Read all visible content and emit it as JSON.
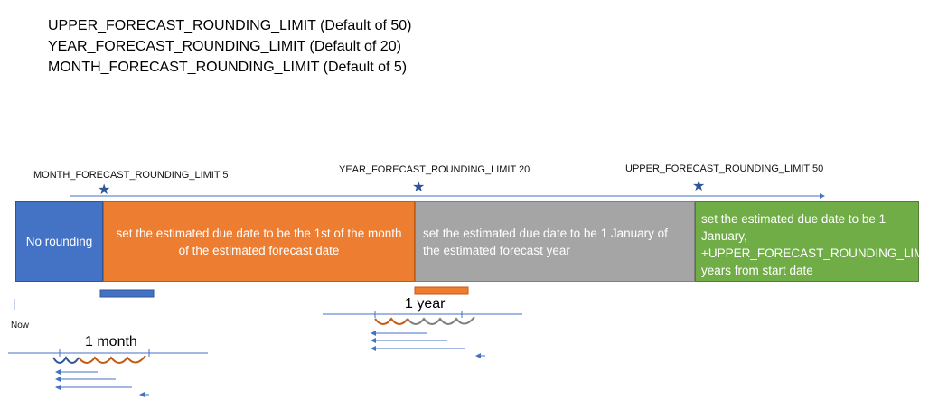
{
  "header_lines": [
    "UPPER_FORECAST_ROUNDING_LIMIT (Default of 50)",
    "YEAR_FORECAST_ROUNDING_LIMIT (Default of 20)",
    "MONTH_FORECAST_ROUNDING_LIMIT (Default of 5)"
  ],
  "markers": {
    "month": "MONTH_FORECAST_ROUNDING_LIMIT 5",
    "year": "YEAR_FORECAST_ROUNDING_LIMIT 20",
    "upper": "UPPER_FORECAST_ROUNDING_LIMIT 50"
  },
  "segments": {
    "none": "No rounding",
    "month": "set the estimated due date to be the 1st of the month of the estimated forecast date",
    "year": "set the estimated due date to be 1 January of the estimated forecast year",
    "upper_line1": "set the estimated due date to be 1 January,",
    "upper_line2": "+UPPER_FORECAST_ROUNDING_LIMIT years from start date"
  },
  "now_label": "Now",
  "month_label": "1 month",
  "year_label": "1 year",
  "colors": {
    "blue": "#4472c4",
    "orange": "#ed7d31",
    "gray": "#a5a5a5",
    "green": "#70ad47",
    "star": "#2f5597"
  }
}
